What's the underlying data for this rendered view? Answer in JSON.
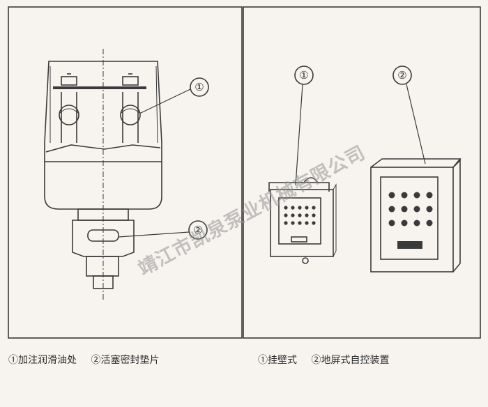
{
  "left_panel": {
    "callouts": [
      "①",
      "②"
    ],
    "captions": [
      "①加注润滑油处",
      "②活塞密封垫片"
    ]
  },
  "right_panel": {
    "callouts": [
      "①",
      "②"
    ],
    "captions": [
      "①挂壁式",
      "②地屏式自控装置"
    ]
  },
  "watermark": "靖江市凯泉泵业机械有限公司",
  "colors": {
    "line": "#3a3a3a",
    "background": "#f7f4f0",
    "watermark": "#969696"
  }
}
